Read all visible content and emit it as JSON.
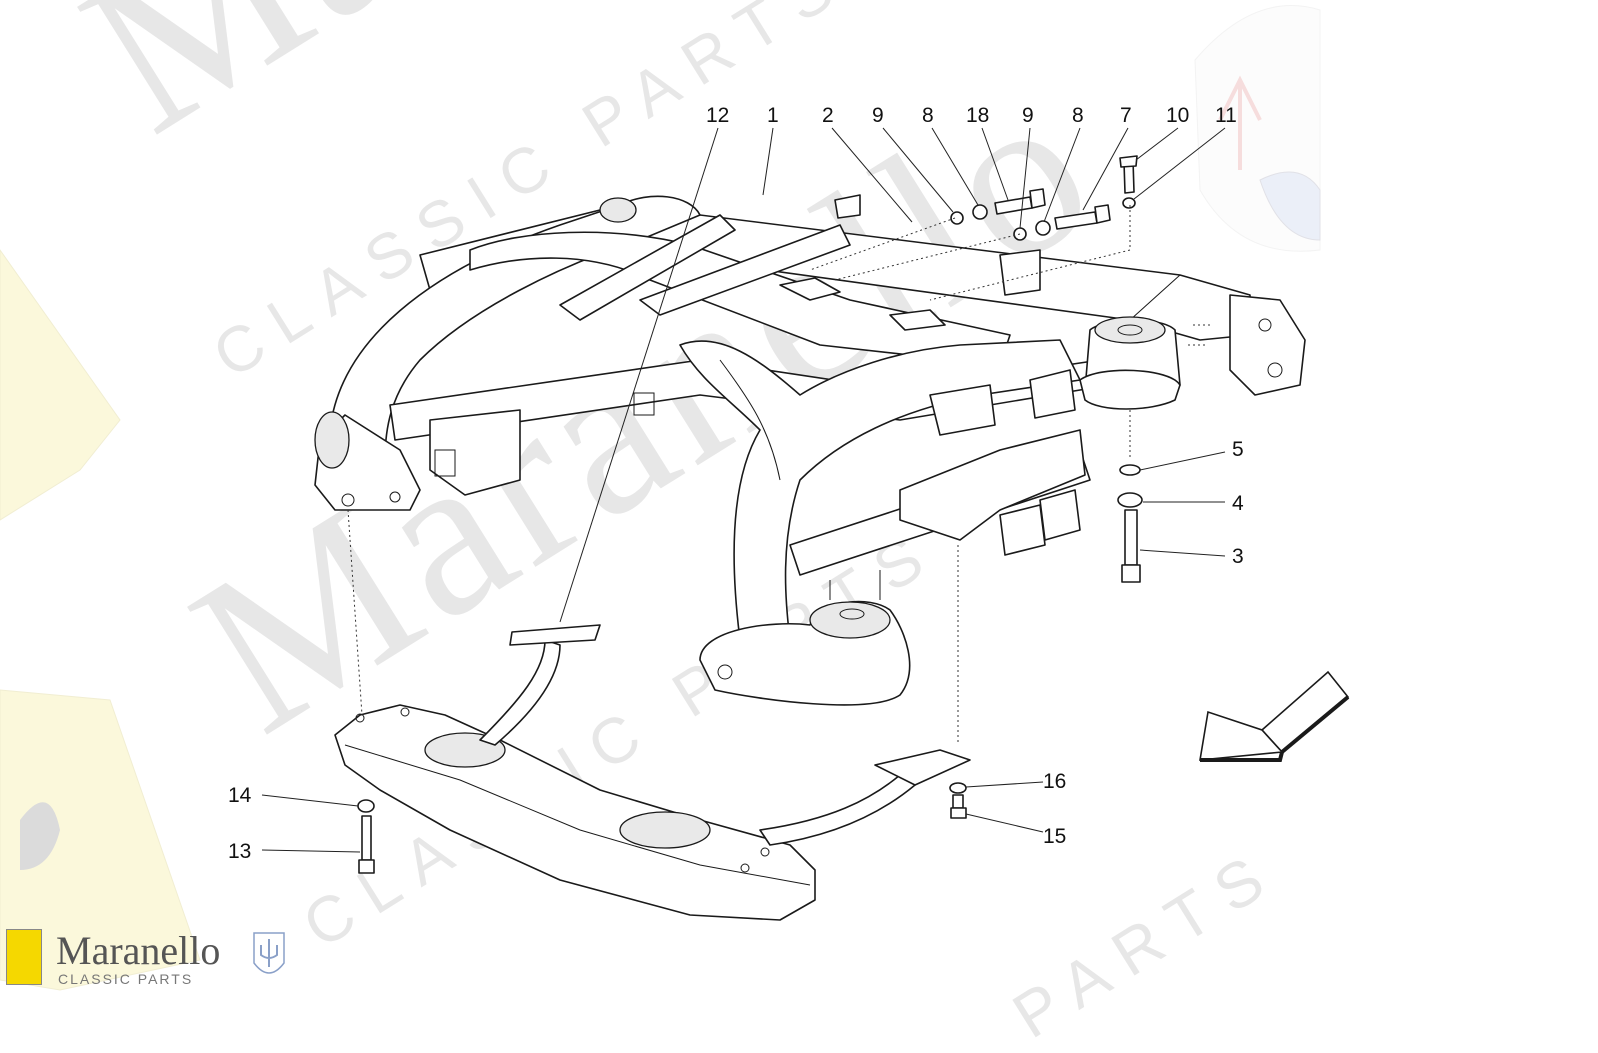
{
  "watermark": {
    "brand": "Maranello",
    "tagline": "CLASSIC PARTS",
    "parts_word": "PARTS"
  },
  "logo": {
    "brand": "Maranello",
    "tagline": "CLASSIC PARTS",
    "emblem_left": "ferrari-shield-icon",
    "emblem_right": "maserati-trident-icon"
  },
  "callouts": [
    {
      "id": "c12",
      "label": "12"
    },
    {
      "id": "c1",
      "label": "1"
    },
    {
      "id": "c2",
      "label": "2"
    },
    {
      "id": "c9a",
      "label": "9"
    },
    {
      "id": "c8a",
      "label": "8"
    },
    {
      "id": "c18",
      "label": "18"
    },
    {
      "id": "c9b",
      "label": "9"
    },
    {
      "id": "c8b",
      "label": "8"
    },
    {
      "id": "c7",
      "label": "7"
    },
    {
      "id": "c10",
      "label": "10"
    },
    {
      "id": "c11",
      "label": "11"
    },
    {
      "id": "c5",
      "label": "5"
    },
    {
      "id": "c4",
      "label": "4"
    },
    {
      "id": "c3",
      "label": "3"
    },
    {
      "id": "c16",
      "label": "16"
    },
    {
      "id": "c15",
      "label": "15"
    },
    {
      "id": "c14",
      "label": "14"
    },
    {
      "id": "c13",
      "label": "13"
    }
  ],
  "direction_arrow": "front-direction-arrow-icon"
}
